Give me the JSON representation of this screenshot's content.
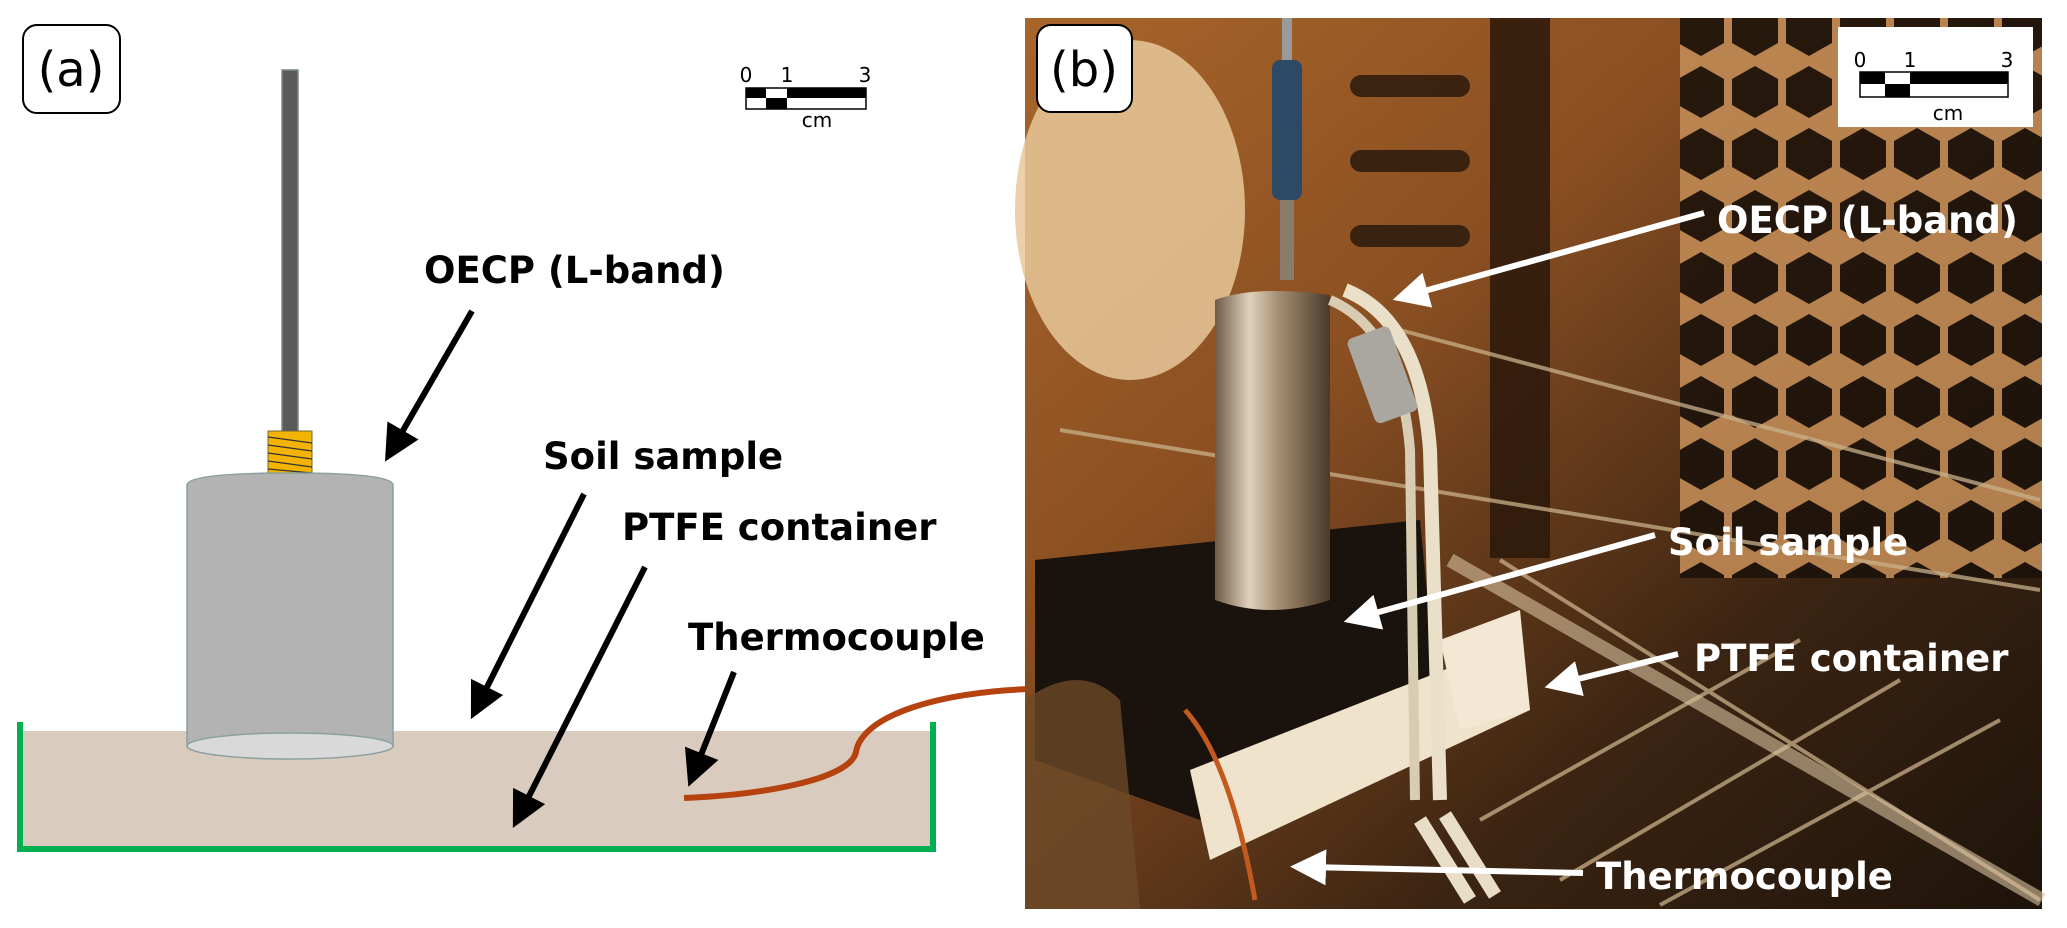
{
  "panel_a": {
    "tag": "(a)",
    "labels": {
      "probe": "OECP (L-band)",
      "soil": "Soil sample",
      "container": "PTFE container",
      "thermocouple": "Thermocouple"
    },
    "scale_bar": {
      "ticks": [
        "0",
        "1",
        "3"
      ],
      "unit": "cm"
    }
  },
  "panel_b": {
    "tag": "(b)",
    "labels": {
      "probe": "OECP (L-band)",
      "soil": "Soil sample",
      "container": "PTFE container",
      "thermocouple": "Thermocouple"
    },
    "scale_bar": {
      "ticks": [
        "0",
        "1",
        "3"
      ],
      "unit": "cm"
    }
  },
  "colors": {
    "container_wall": "#00b050",
    "soil_fill": "#d9cbbd",
    "probe_body": "#b3b3b3",
    "probe_rod": "#5a5a5a",
    "connector": "#f2b400",
    "thermocouple_wire": "#b5420f"
  }
}
